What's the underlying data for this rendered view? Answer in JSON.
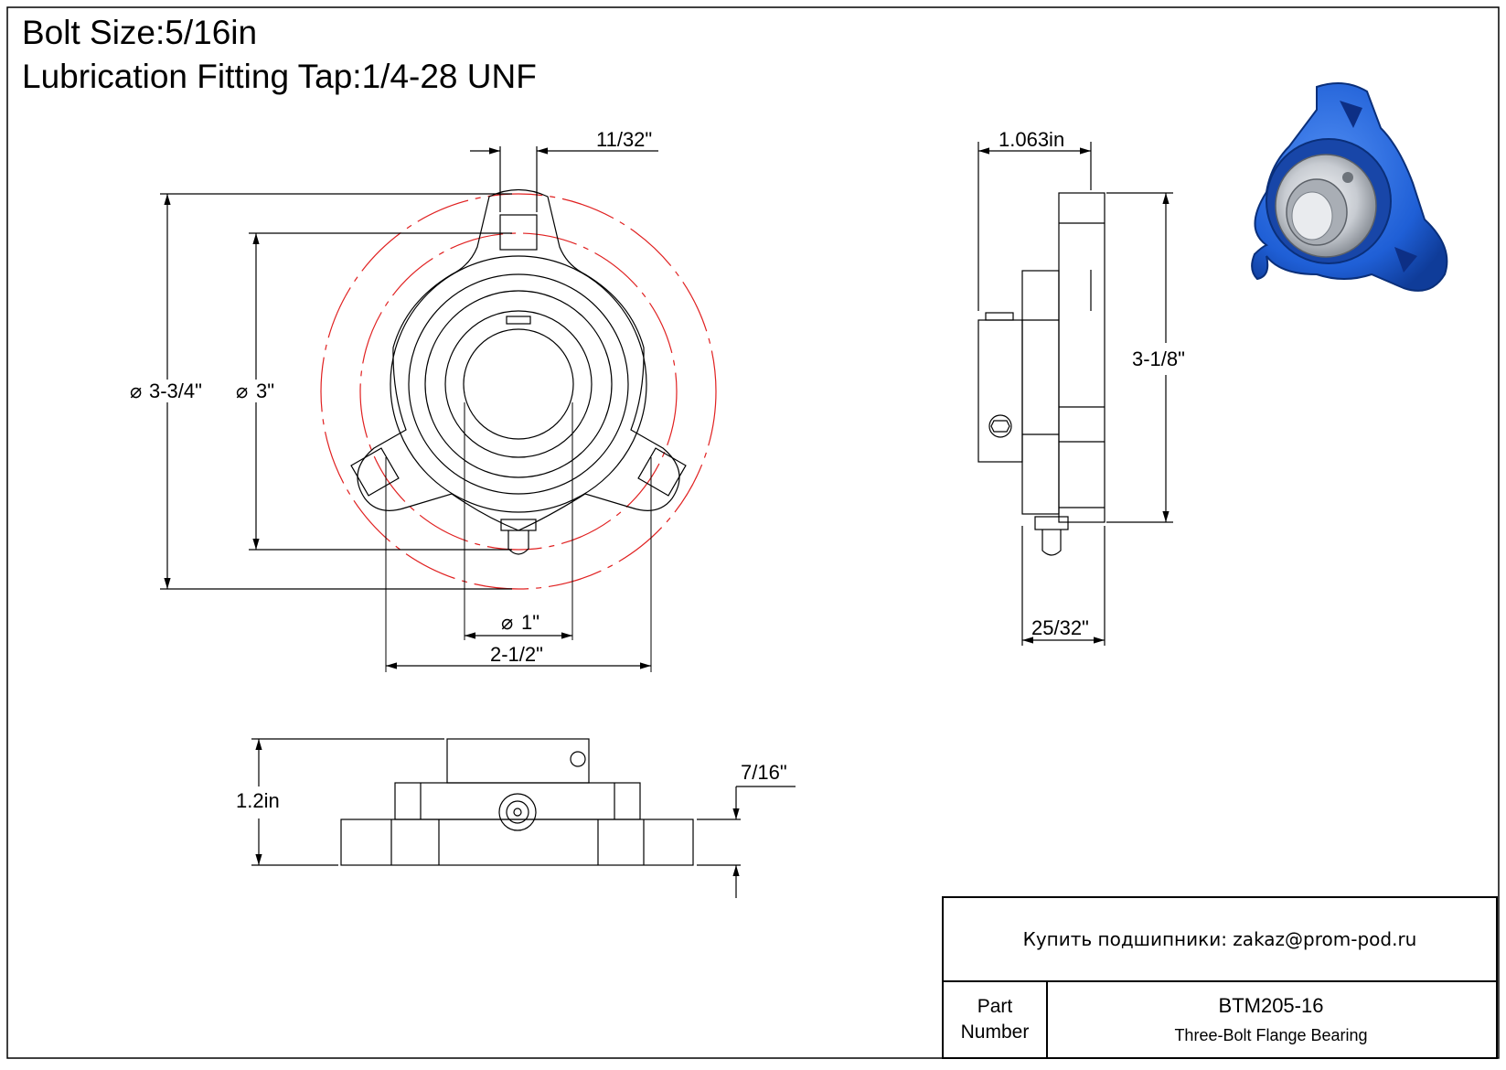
{
  "header": {
    "bolt_size": "Bolt Size:5/16in",
    "lubrication": "Lubrication Fitting Tap:1/4-28 UNF"
  },
  "dimensions": {
    "front_bolt_hole_width": "11/32\"",
    "front_outer_diameter": "3-3/4\"",
    "front_bolt_circle": "3\"",
    "front_bore": "1\"",
    "front_width": "2-1/2\"",
    "side_overall_depth": "1.063in",
    "side_height": "3-1/8\"",
    "side_flange_depth": "25/32\"",
    "top_height": "1.2in",
    "top_flange_thickness": "7/16\""
  },
  "title_block": {
    "contact": "Купить подшипники: zakaz@prom-pod.ru",
    "part_label_line1": "Part",
    "part_label_line2": "Number",
    "part_number": "BTM205-16",
    "description": "Three-Bolt Flange Bearing"
  },
  "colors": {
    "line": "#000000",
    "construction_circle": "#e02020",
    "housing_blue": "#1f5fd6",
    "insert_silver": "#c8ccd2"
  }
}
